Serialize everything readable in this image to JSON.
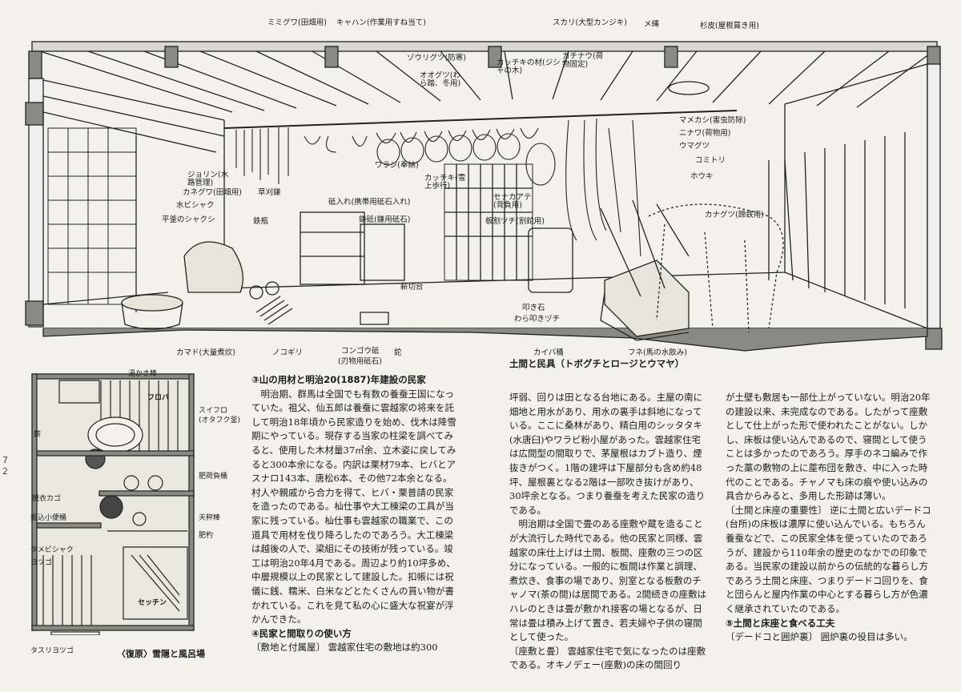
{
  "figure": {
    "caption": "土間と民具（トボグチとロージとウマヤ）",
    "labels": {
      "mimiguwa": "ミミグワ(田畑用)",
      "kyahan": "キャハン(作業用すね当て)",
      "sukari": "スカリ(大型カンジキ)",
      "menawa": "メ縄",
      "sugikawa": "杉皮(屋根葺き用)",
      "zourigutsu": "ゾウリグツ(防寒)",
      "oogutsu": "オオグツ(わら踏、冬用)",
      "kacchiki_zai": "カッチキの材(ジシャの木)",
      "kachinau": "カチナウ(荷物固定)",
      "mamekashi": "マメカシ(害虫防除)",
      "ninaukawa": "ニナワ(荷物用)",
      "umagutsu": "ウマグツ",
      "kometori": "コミトリ",
      "houki": "ホウキ",
      "kanagutsu": "カナグツ(蹄鉄用)",
      "jorin": "ジョリン(水路管理)",
      "waraji": "ワラジ(奉納)",
      "kacchiki": "カッチキ(雪上歩行)",
      "senakaate": "セナカアテ(背負用)",
      "itawaritsuchi": "板割ツチ(割鉈用)",
      "kaneguwa": "カネグワ(田畑用)",
      "mizubishaku": "水ビシャク",
      "hiragama_shakushi": "平釜のシャクシ",
      "kusakarigama": "草刈鎌",
      "tetsubin": "鉄瓶",
      "toishire": "砥入れ(携帯用砥石入れ)",
      "kamatoishi": "鎌砥(鎌用砥石)",
      "makikiridai": "薪切台",
      "tatakiishi": "叩き石",
      "warauchitsuchi": "わら叩きヅチ",
      "kamado": "カマド(大量煮炊)",
      "nokogiri": "ノコギリ",
      "konkoutoishi": "コンゴウ砥",
      "hamonotoishi": "(刃物用砥石)",
      "nata": "鉈",
      "kaibaoke": "カイバ桶",
      "fune": "フネ(馬の水飲み)"
    }
  },
  "plan": {
    "caption": "〈復原〉雪隠と風呂場",
    "labels": {
      "yukakibou": "湯かき棒",
      "furoba": "フロバ",
      "suifuro": "スイフロ",
      "suifuro_sub": "(オタフク釜)",
      "maki": "薪",
      "hiyaoke": "肥荷負桶",
      "datsuikago": "脱衣カゴ",
      "kumikomi": "掘込小便桶",
      "tenbinbou": "天秤棒",
      "hishaku": "肥杓",
      "tamebishaku": "タメビシャク",
      "yotsugo": "ヨツゴ",
      "secchin": "セッチン",
      "tasuriyotsugo": "タスリヨツゴ"
    }
  },
  "margin_note": "7 2",
  "columns": [
    {
      "heading": "③山の用材と明治20(1887)年建設の民家",
      "paragraphs": [
        "　明治期、群馬は全国でも有数の養蚕王国になっていた。祖父、仙五郎は養蚕に雲越家の将来を託して明治18年頃から民家造りを始め、伐木は降雪期にやっている。現存する当家の柱梁を調べてみると、使用した木材量37㎥余、立木姿に戻してみると300本余になる。内訳は栗材79本、ヒバとアスナロ143本、唐松6本、その他72本余となる。村人や親戚から合力を得て、ヒバ・栗普請の民家を造ったのである。杣仕事や大工棟梁の工具が当家に残っている。杣仕事も雲越家の職業で、この道具で用材を伐り降ろしたのであろう。大工棟梁は越後の人で、梁組にその技術が残っている。竣工は明治20年4月である。周辺より約10坪多め、中層規模以上の民家として建設した。扣帳には祝儀に銭、糯米、白米などとたくさんの貰い物が書かれている。これを見て私の心に盛大な祝宴が浮かんできた。"
      ],
      "heading2": "④民家と間取りの使い方",
      "tail": "〔敷地と付属屋〕 雲越家住宅の敷地は約300"
    },
    {
      "paragraphs": [
        "坪弱、回りは田となる台地にある。主屋の南に畑地と用水があり、用水の裏手は斜地になっている。ここに桑林があり、精白用のシッタタキ(水唐臼)やワラビ粉小屋があった。雲越家住宅は広間型の間取りで、茅屋根はカブト造り、煙抜きがつく。1階の建坪は下屋部分も含め約48坪、屋根裏となる2階は一部吹き抜けがあり、30坪余となる。つまり養蚕を考えた民家の造りである。",
        "　明治期は全国で畳のある座敷や蔵を造ることが大流行した時代である。他の民家と同様、雲越家の床仕上げは土間、板間、座敷の三つの区分になっている。一般的に板間は作業と調理、煮炊き、食事の場であり、別室となる板敷のチャノマ(茶の間)は居間である。2間続きの座敷はハレのときは畳が敷かれ接客の場となるが、日常は畳は積み上げて置き、若夫婦や子供の寝間として使った。",
        "〔座敷と畳〕 雲越家住宅で気になったのは座敷である。オキノデェー(座敷)の床の間回り"
      ]
    },
    {
      "paragraphs": [
        "が土壁も敷居も一部仕上がっていない。明治20年の建設以来、未完成なのである。したがって座敷として仕上がった形で使われたことがない。しかし、床板は使い込んであるので、寝間として使うことは多かったのであろう。厚手のネコ編みで作った藁の敷物の上に蓙布団を敷き、中に入った時代のことである。チャノマも床の痕や使い込みの具合からみると、多用した形跡は薄い。",
        "〔土間と床座の重要性〕 逆に土間と広いデードコ(台所)の床板は濃厚に使い込んでいる。もちろん養蚕などで、この民家全体を使っていたのであろうが、建設から110年余の歴史のなかでの印象である。当民家の建設以前からの伝統的な暮らし方であろう土間と床座、つまりデードコ回りを、食と団らんと屋内作業の中心とする暮らし方が色濃く継承されていたのである。"
      ],
      "heading2": "⑤土間と床座と食べる工夫",
      "tail": "〔デードコと囲炉裏〕 囲炉裏の役目は多い。"
    }
  ]
}
